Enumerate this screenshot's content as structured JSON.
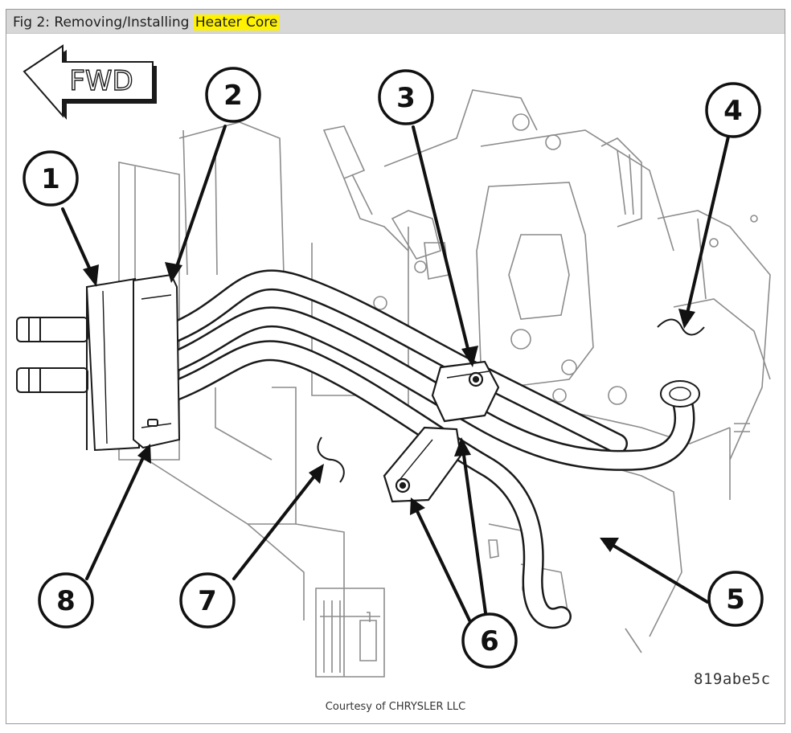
{
  "title": {
    "prefix": "Fig 2: Removing/Installing ",
    "highlight": "Heater Core"
  },
  "direction_label": "FWD",
  "callouts": [
    "1",
    "2",
    "3",
    "4",
    "5",
    "6",
    "7",
    "8"
  ],
  "figure_code": "819abe5c",
  "courtesy": "Courtesy of CHRYSLER LLC",
  "colors": {
    "title_bar": "#d7d7d7",
    "highlight": "#fff200",
    "line_art": "#1a1a1a",
    "faint_art": "#8c8c8c"
  }
}
